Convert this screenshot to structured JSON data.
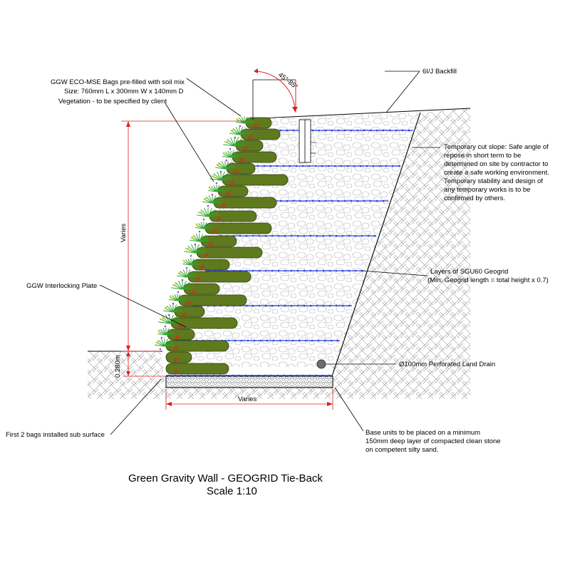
{
  "diagram": {
    "title": "Green Gravity Wall - GEOGRID Tie-Back",
    "scale": "Scale 1:10",
    "angle_label": "45°-85°",
    "callouts": {
      "bags_line1": "GGW ECO-MSE Bags pre-filled with soil mix",
      "bags_line2": "Size: 760mm L x 300mm W x 140mm D",
      "vegetation": "Vegetation - to be specified by client",
      "backfill": "6I/J Backfill",
      "cut_slope": [
        "Temporary cut slope: Safe angle of",
        "repose in short term to be",
        "determined on site by contractor to",
        "create a safe working environment.",
        "Temporary stability and design of",
        "any temporary works is to be",
        "confirmed by others."
      ],
      "plate": "GGW Interlocking Plate",
      "geogrid_line1": "Layers of SGU60 Geogrid",
      "geogrid_line2": "(Min. Geogrid length = total height x 0.7)",
      "drain": "Ø100mm Perforated Land Drain",
      "base": [
        "Base units to be placed on a minimum",
        "150mm deep layer of compacted clean stone",
        "on competent silty sand."
      ],
      "sub_surface": "First 2 bags installed sub surface"
    },
    "dimensions": {
      "height": "Varies",
      "width": "Varies",
      "embed": "0.280m"
    },
    "colors": {
      "bag_fill": "#5f7a1e",
      "bag_stroke": "#2f3d0c",
      "dimension": "#e0201e",
      "geogrid": "#2a3fe0",
      "plants": "#2fa82f",
      "text": "#000000"
    }
  }
}
